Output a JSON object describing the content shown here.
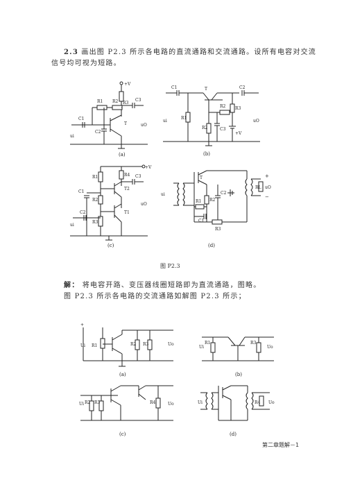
{
  "problem": {
    "number": "2.3",
    "text_line1": "画出图 P2.3 所示各电路的直流通路和交流通路。设所有电容对交流",
    "text_line2": "信号均可视为短路。"
  },
  "figure_top": {
    "caption": "图 P2.3",
    "sub_a": "(a)",
    "sub_b": "(b)",
    "sub_c": "(c)",
    "sub_d": "(d)",
    "labels": {
      "vcc": "+V",
      "vcc_sub": "CC",
      "r1": "R1",
      "r2": "R2",
      "r3": "R3",
      "r4": "R4",
      "r5": "R",
      "c1": "C1",
      "c2": "C2",
      "c3": "C3",
      "t": "T",
      "t1": "T1",
      "t2": "T2",
      "ui": "ui",
      "uo": "uO",
      "rl": "RL",
      "plus": "+",
      "minus": "−"
    }
  },
  "solution": {
    "label": "解：",
    "text_line1": "将电容开路、变压器线圈短路即为直流通路，图略。",
    "text_line2": "图 P2.3 所示各电路的交流通路如解图 P2.3 所示；"
  },
  "figure_bottom": {
    "sub_a": "(a)",
    "sub_b": "(b)",
    "sub_c": "(c)",
    "sub_d": "(d)",
    "labels": {
      "ui": "Ui",
      "uo": "Uo",
      "r1": "R1",
      "r2": "R2",
      "r3": "R3",
      "r4": "R4"
    }
  },
  "footer": {
    "text": "第二章题解－1"
  }
}
